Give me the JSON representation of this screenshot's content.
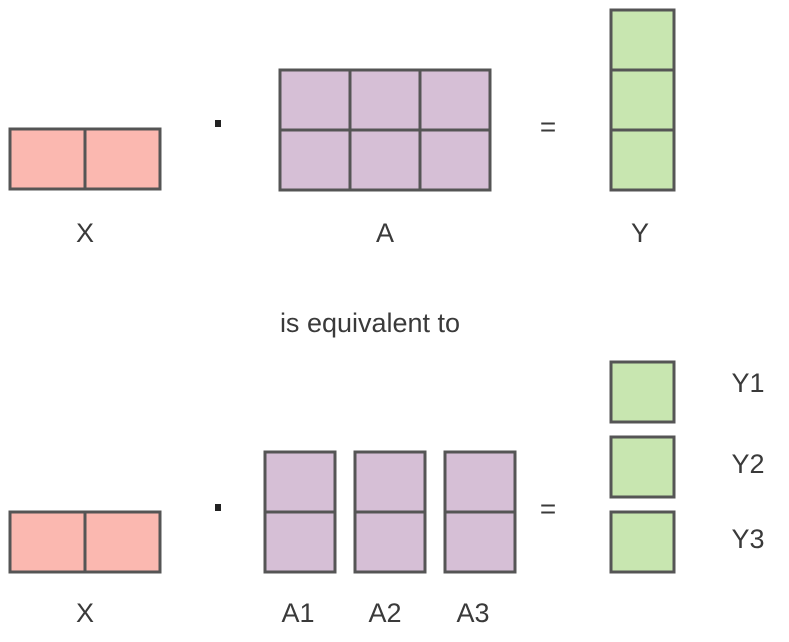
{
  "colors": {
    "x_fill": "#fbb8b0",
    "a_fill": "#d6bfd6",
    "y_fill": "#c8e6b0",
    "stroke": "#555555"
  },
  "top": {
    "x_label": "X",
    "dot": "·",
    "a_label": "A",
    "equals": "=",
    "y_label": "Y"
  },
  "caption": "is equivalent to",
  "bottom": {
    "x_label": "X",
    "dot": "·",
    "a_labels": [
      "A1",
      "A2",
      "A3"
    ],
    "equals": "=",
    "y_labels": [
      "Y1",
      "Y2",
      "Y3"
    ]
  }
}
